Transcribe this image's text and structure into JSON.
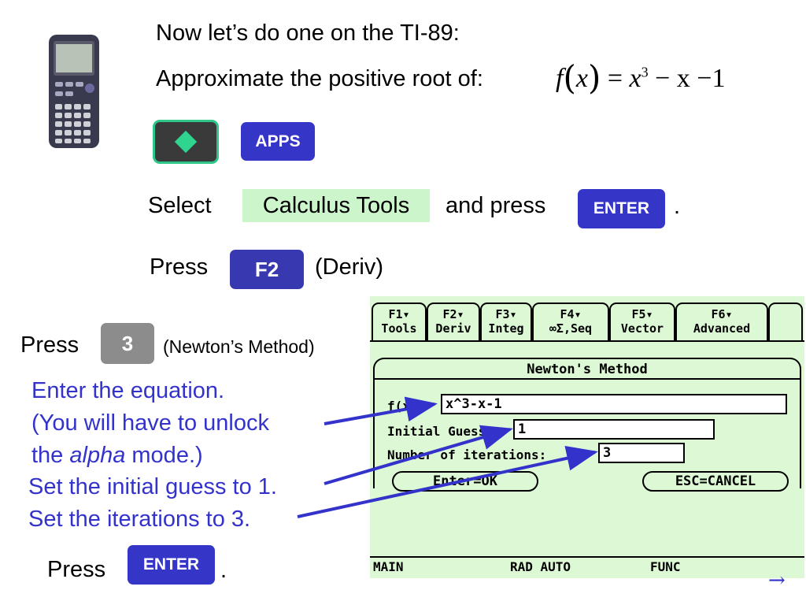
{
  "intro": {
    "line1": "Now let’s do one on the TI-89:",
    "line2": "Approximate the positive root of:"
  },
  "equation": {
    "f": "f",
    "x": "x",
    "rhs_x": "x",
    "exp": "3",
    "rest": "− x −1"
  },
  "keys": {
    "diamond_icon": "diamond-key-icon",
    "apps": "APPS",
    "enter": "ENTER",
    "f2": "F2",
    "three": "3"
  },
  "step_select": {
    "select": "Select",
    "highlight": "Calculus Tools",
    "and_press": "and press",
    "period": "."
  },
  "step_f2": {
    "press": "Press",
    "note": "(Deriv)"
  },
  "step_3": {
    "press": "Press",
    "note": "(Newton’s Method)"
  },
  "notes": {
    "line1": "Enter the equation.",
    "line2": "(You will have to unlock",
    "line3_pre": "the ",
    "line3_em": "alpha",
    "line3_post": " mode.)",
    "line4": "Set the initial guess to 1.",
    "line5": "Set the iterations to 3."
  },
  "step_enter": {
    "press": "Press",
    "period": "."
  },
  "screen": {
    "tabs": [
      {
        "top": "F1▾",
        "bottom": "Tools"
      },
      {
        "top": "F2▾",
        "bottom": "Deriv"
      },
      {
        "top": "F3▾",
        "bottom": "Integ"
      },
      {
        "top": "F4▾",
        "bottom": "∞Σ,Seq"
      },
      {
        "top": "F5▾",
        "bottom": "Vector"
      },
      {
        "top": "F6▾",
        "bottom": "Advanced"
      }
    ],
    "dialog_title": "Newton's Method",
    "fx_label": "f(x):",
    "fx_value": "x^3-x-1",
    "guess_label": "Initial Guess:",
    "guess_value": "1",
    "iter_label": "Number of iterations:",
    "iter_value": "3",
    "ok_btn": "Enter=OK",
    "cancel_btn": "ESC=CANCEL",
    "status_main": "MAIN",
    "status_mode": "RAD AUTO",
    "status_func": "FUNC"
  },
  "nav": {
    "next_arrow": "→"
  },
  "colors": {
    "accent_blue": "#3535c8",
    "note_blue": "#3333cc",
    "highlight": "#ccf5cc",
    "screen_bg": "#ddf8d4"
  }
}
